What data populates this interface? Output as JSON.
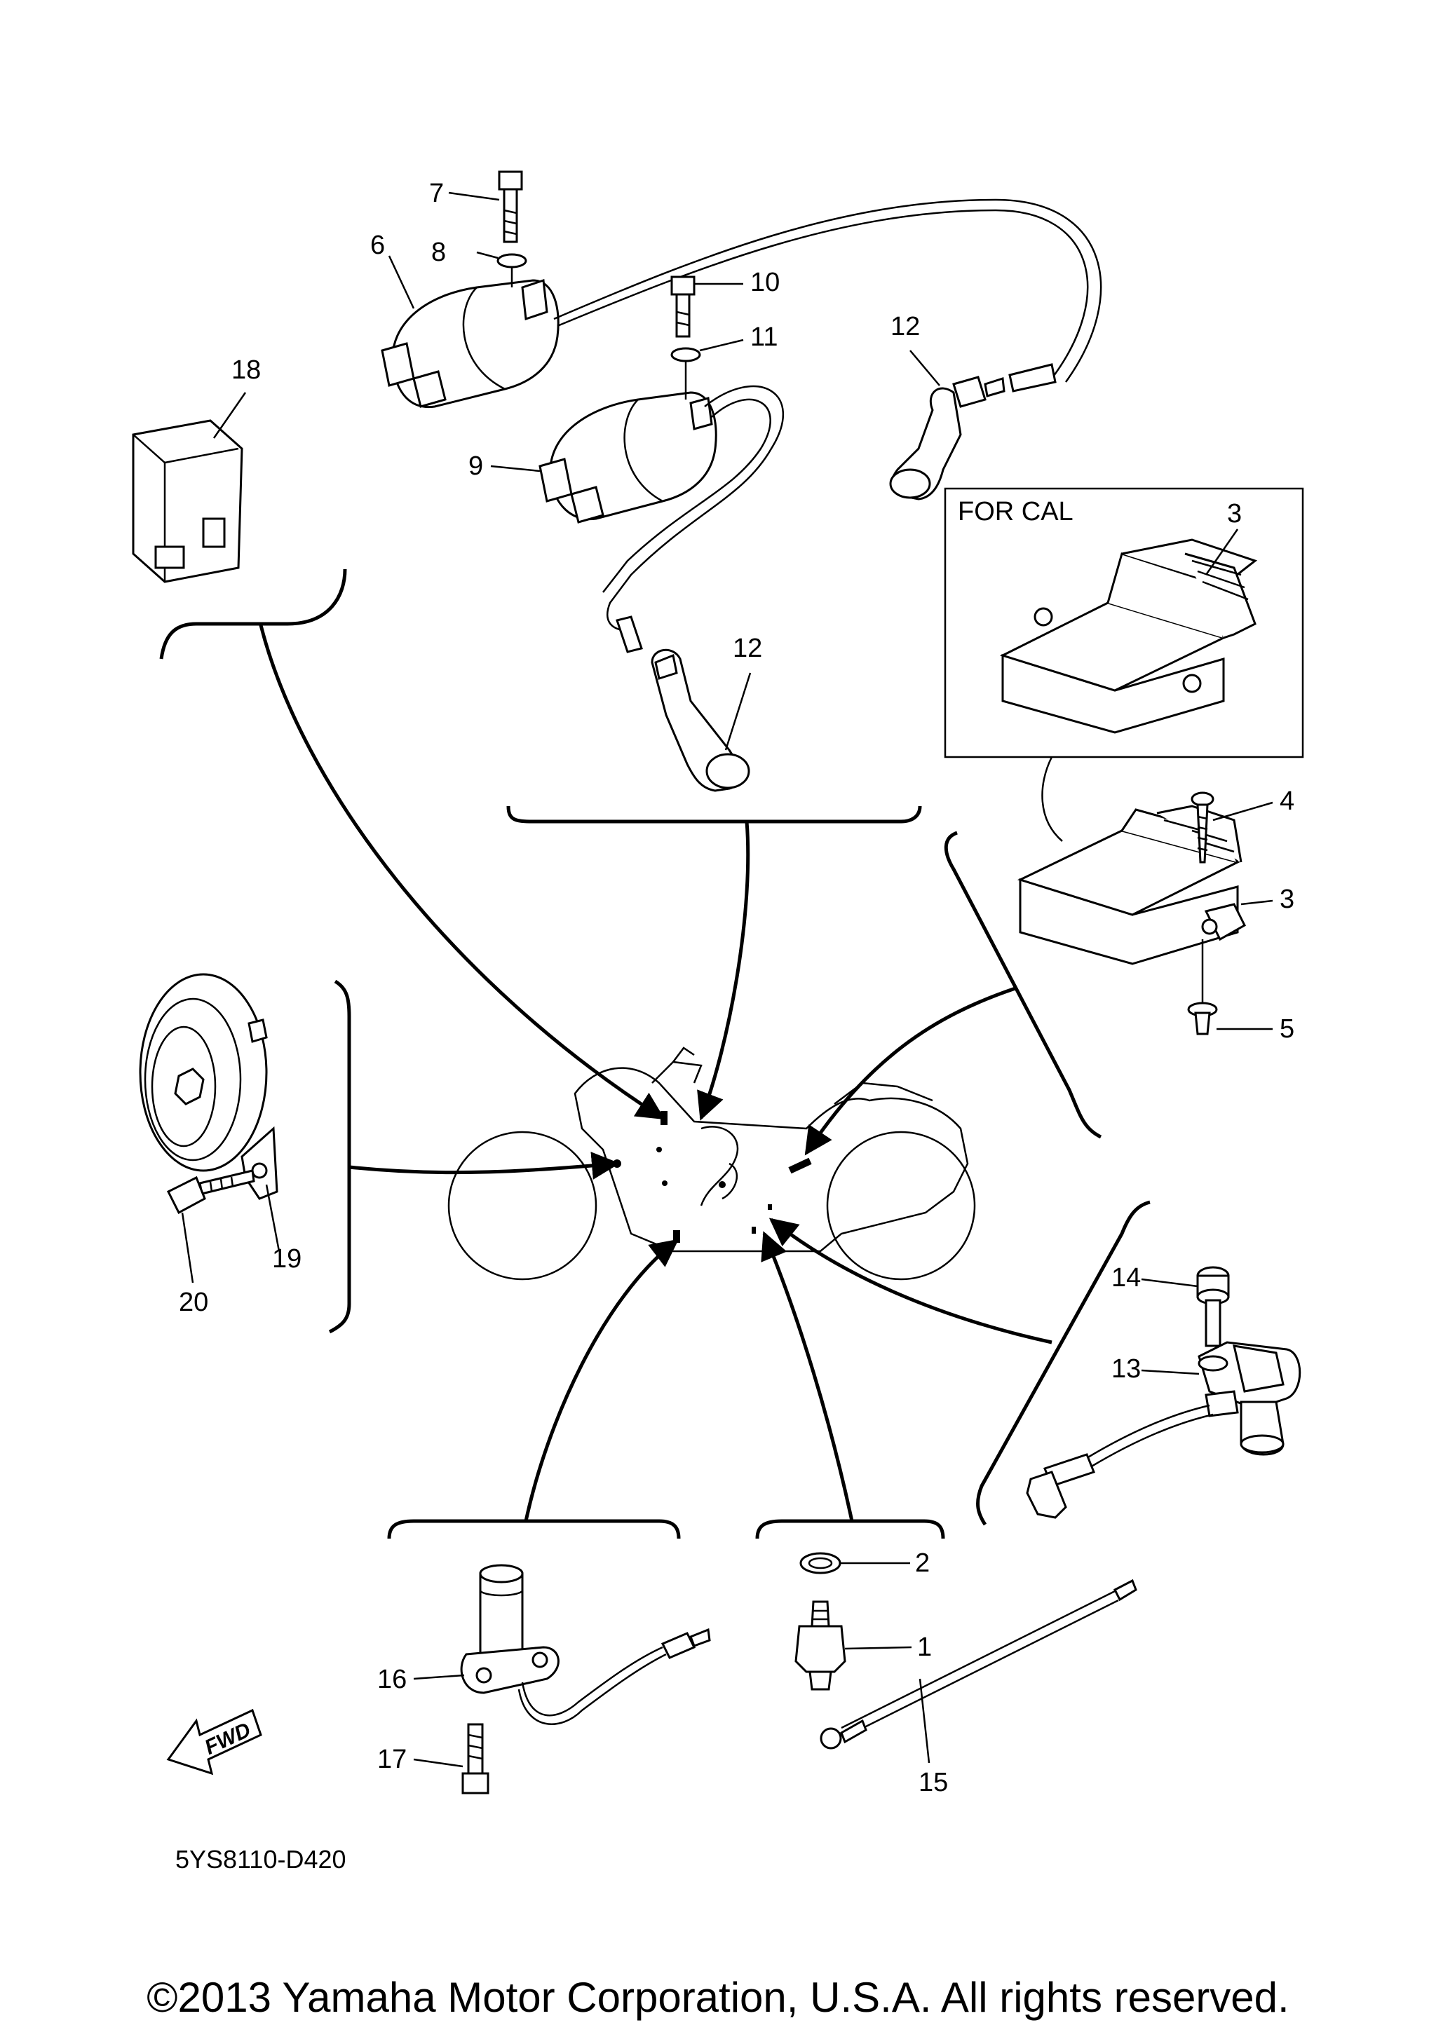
{
  "diagram": {
    "inset_label": "FOR CAL",
    "diagram_code": "5YS8110-D420",
    "fwd_label": "FWD",
    "copyright": "©2013 Yamaha Motor Corporation, U.S.A. All rights reserved.",
    "callouts": {
      "c1": "1",
      "c2": "2",
      "c3a": "3",
      "c3b": "3",
      "c4": "4",
      "c5": "5",
      "c6": "6",
      "c7": "7",
      "c8": "8",
      "c9": "9",
      "c10": "10",
      "c11": "11",
      "c12a": "12",
      "c12b": "12",
      "c13": "13",
      "c14": "14",
      "c15": "15",
      "c16": "16",
      "c17": "17",
      "c18": "18",
      "c19": "19",
      "c20": "20"
    }
  }
}
